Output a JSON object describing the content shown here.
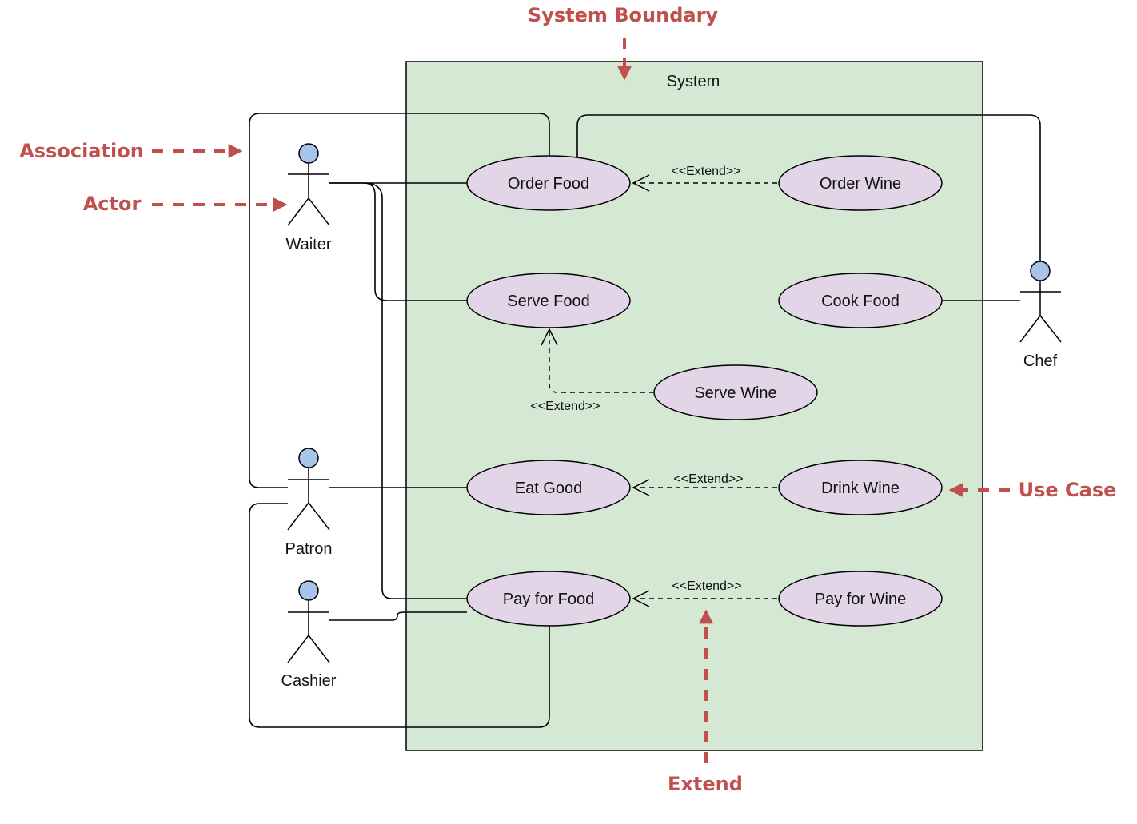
{
  "system": {
    "label": "System"
  },
  "actors": {
    "waiter": "Waiter",
    "chef": "Chef",
    "patron": "Patron",
    "cashier": "Cashier"
  },
  "use_cases": {
    "order_food": "Order Food",
    "order_wine": "Order Wine",
    "serve_food": "Serve Food",
    "cook_food": "Cook Food",
    "serve_wine": "Serve Wine",
    "eat_good": "Eat Good",
    "drink_wine": "Drink Wine",
    "pay_for_food": "Pay for Food",
    "pay_for_wine": "Pay for Wine"
  },
  "relations": {
    "extend_label": "<<Extend>>"
  },
  "annotations": {
    "system_boundary": "System Boundary",
    "association": "Association",
    "actor": "Actor",
    "use_case": "Use Case",
    "extend": "Extend"
  },
  "colors": {
    "system_fill": "#d5e8d4",
    "use_case_fill": "#e1d5e7",
    "actor_head_fill": "#a9c4eb",
    "annotation": "#c0504d",
    "line": "#000000"
  }
}
